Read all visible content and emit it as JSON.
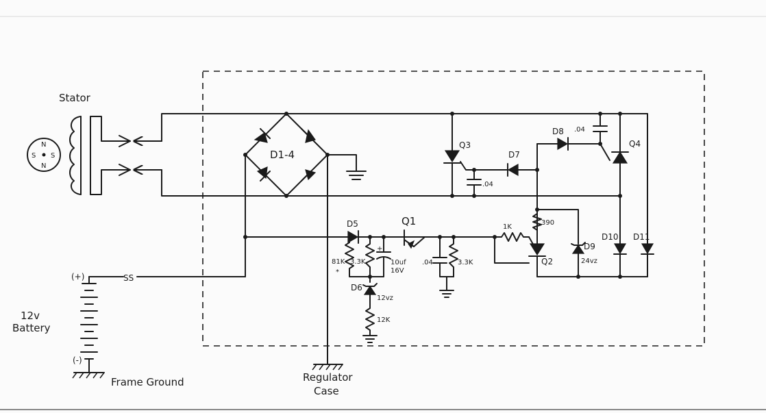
{
  "labels": {
    "stator": "Stator",
    "rectifier": "D1-4",
    "q1": "Q1",
    "q2": "Q2",
    "q3": "Q3",
    "q4": "Q4",
    "d5": "D5",
    "d6": "D6",
    "d7": "D7",
    "d8": "D8",
    "d9": "D9",
    "d10": "D10",
    "d11": "D11",
    "r_81k": "81K",
    "r_81k_note": "*",
    "r_3k3_a": "3.3K",
    "r_3k3_b": "3.3K",
    "r_1k": "1K",
    "r_390": "390",
    "r_12k": "12K",
    "c_10uf": "10uf",
    "c_10uf_v": "16V",
    "c_04_a": ".04",
    "c_04_b": ".04",
    "c_04_c": ".04",
    "z_12v": "12vz",
    "z_24v": "24vz",
    "cap_plus": "+",
    "battery_plus": "(+)",
    "battery_minus": "(-)",
    "battery_voltage": "12v",
    "battery_word": "Battery",
    "frame_ground": "Frame Ground",
    "regulator": "Regulator",
    "case": "Case",
    "magnet_n1": "N",
    "magnet_n2": "N",
    "magnet_s1": "S",
    "magnet_s2": "S",
    "break_mark": "SS"
  }
}
